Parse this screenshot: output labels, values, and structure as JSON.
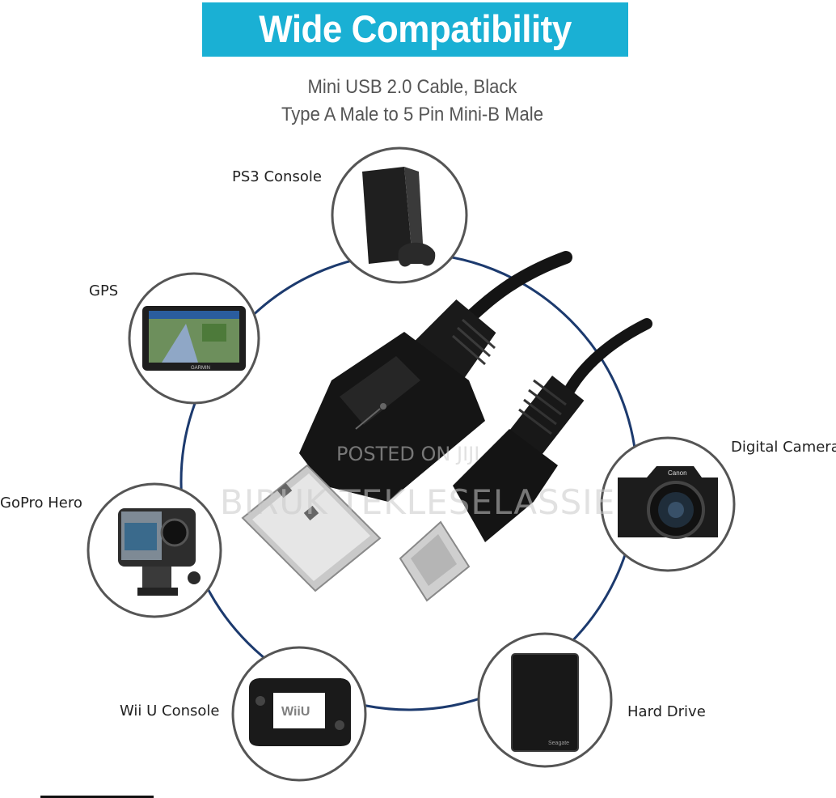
{
  "banner": {
    "title": "Wide Compatibility",
    "color": "#1ab0d4"
  },
  "subtitle": {
    "line1": "Mini USB 2.0 Cable, Black",
    "line2": "Type A Male to 5 Pin Mini-B Male"
  },
  "devices": {
    "ps3": "PS3 Console",
    "gps": "GPS",
    "gopro": "GoPro Hero",
    "wiiu": "Wii U Console",
    "camera": "Digital Camera",
    "harddrive": "Hard Drive"
  },
  "product_text": {
    "gps_brand": "GARMIN",
    "camera_brand": "Canon",
    "wiiu_logo": "WiiU",
    "drive_brand": "Seagate"
  },
  "watermark": {
    "line1": "POSTED ON JIJI",
    "line2": "BIRUK TEKLESELASSIE"
  },
  "colors": {
    "ring": "#1c3a6e",
    "circle_border": "#555555",
    "cable": "#141414"
  },
  "icons": [
    "ps3-console-icon",
    "gps-device-icon",
    "gopro-camera-icon",
    "wii-u-gamepad-icon",
    "digital-camera-icon",
    "hard-drive-icon",
    "usb-cable-image"
  ]
}
